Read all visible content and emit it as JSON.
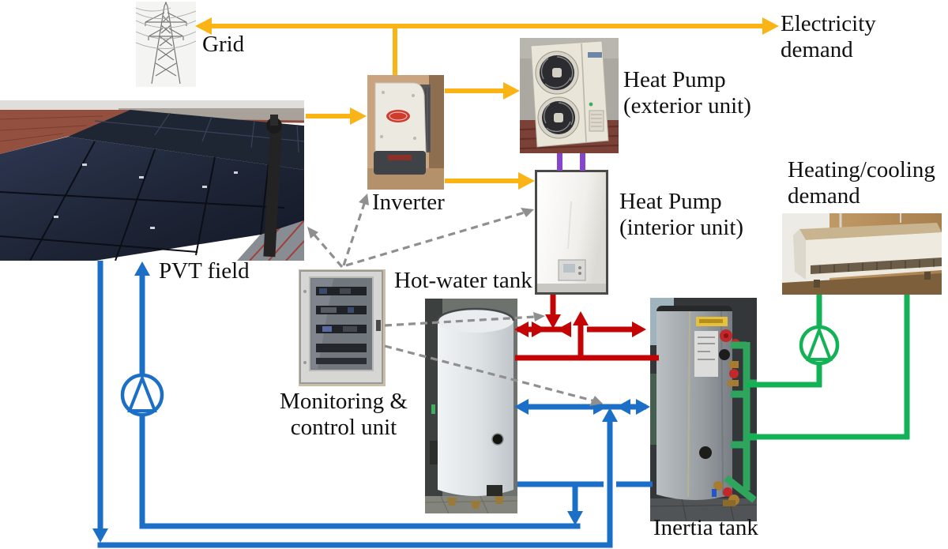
{
  "diagram": {
    "description": "Experimental layout of a PVT solar field coupled with a heat pump, hot-water tank and inertia tank",
    "colors": {
      "electricity_flow": "#FBB415",
      "solar_water_loop": "#1B6FC6",
      "hot_water_flow": "#C40404",
      "heating_cooling_flow": "#14B257",
      "refrigerant_link": "#8744CC",
      "control_signal": "#8F8F8F"
    },
    "labels": {
      "grid": "Grid",
      "electricity_demand_line1": "Electricity",
      "electricity_demand_line2": "demand",
      "pvt_field": "PVT field",
      "inverter": "Inverter",
      "hp_exterior_line1": "Heat Pump",
      "hp_exterior_line2": "(exterior unit)",
      "hp_interior_line1": "Heat Pump",
      "hp_interior_line2": "(interior unit)",
      "heating_cooling_line1": "Heating/cooling",
      "heating_cooling_line2": "demand",
      "hot_water_tank": "Hot-water tank",
      "monitoring_line1": "Monitoring &",
      "monitoring_line2": "control unit",
      "inertia_tank": "Inertia tank"
    },
    "connections": [
      {
        "from": "Inverter",
        "to": "Grid",
        "type": "electricity",
        "color": "#FBB415"
      },
      {
        "from": "Inverter",
        "to": "Electricity demand",
        "type": "electricity",
        "color": "#FBB415"
      },
      {
        "from": "PVT field",
        "to": "Inverter",
        "type": "electricity",
        "color": "#FBB415"
      },
      {
        "from": "Inverter",
        "to": "Heat Pump (exterior unit)",
        "type": "electricity",
        "color": "#FBB415"
      },
      {
        "from": "Inverter",
        "to": "Heat Pump (interior unit)",
        "type": "electricity",
        "color": "#FBB415"
      },
      {
        "from": "Heat Pump (exterior unit)",
        "to": "Heat Pump (interior unit)",
        "type": "refrigerant",
        "color": "#8744CC"
      },
      {
        "from": "Heat Pump (interior unit)",
        "to": "Hot-water tank",
        "type": "hot water",
        "bidirectional": true,
        "color": "#C40404"
      },
      {
        "from": "Heat Pump (interior unit)",
        "to": "Inertia tank",
        "type": "hot water",
        "color": "#C40404"
      },
      {
        "from": "PVT field",
        "to": "Hot-water tank and Inertia tank",
        "type": "solar water loop with circulation pump",
        "color": "#1B6FC6"
      },
      {
        "from": "Inertia tank",
        "to": "Heating/cooling demand fan-coil",
        "type": "heating/cooling water with circulation pump",
        "color": "#14B257"
      },
      {
        "from": "Monitoring & control unit",
        "to": "PVT field",
        "type": "control signal",
        "color": "#8F8F8F"
      },
      {
        "from": "Monitoring & control unit",
        "to": "Inverter",
        "type": "control signal",
        "color": "#8F8F8F"
      },
      {
        "from": "Monitoring & control unit",
        "to": "Heat Pump (interior unit)",
        "type": "control signal",
        "color": "#8F8F8F"
      },
      {
        "from": "Monitoring & control unit",
        "to": "hot-water valve junction",
        "type": "control signal",
        "color": "#8F8F8F"
      },
      {
        "from": "Monitoring & control unit",
        "to": "solar-loop valve junction",
        "type": "control signal",
        "color": "#8F8F8F"
      }
    ]
  }
}
